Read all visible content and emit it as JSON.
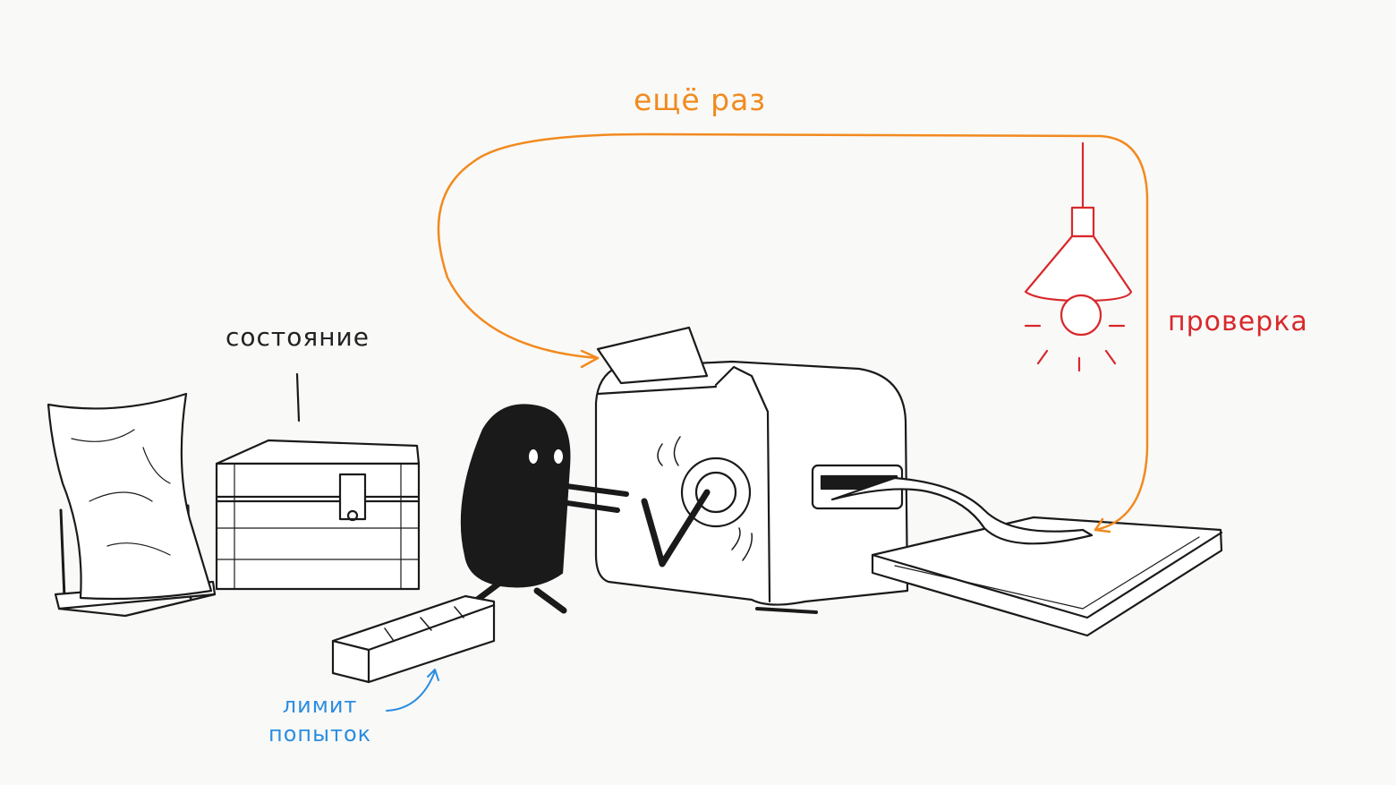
{
  "labels": {
    "again": "ещё раз",
    "state": "состояние",
    "check": "проверка",
    "limit_line1": "лимит",
    "limit_line2": "попыток"
  },
  "colors": {
    "loop_arrow": "#f28a1e",
    "check": "#d8282b",
    "limit": "#2b8de0",
    "ink": "#1a1a1a",
    "background": "#f9f9f8"
  }
}
